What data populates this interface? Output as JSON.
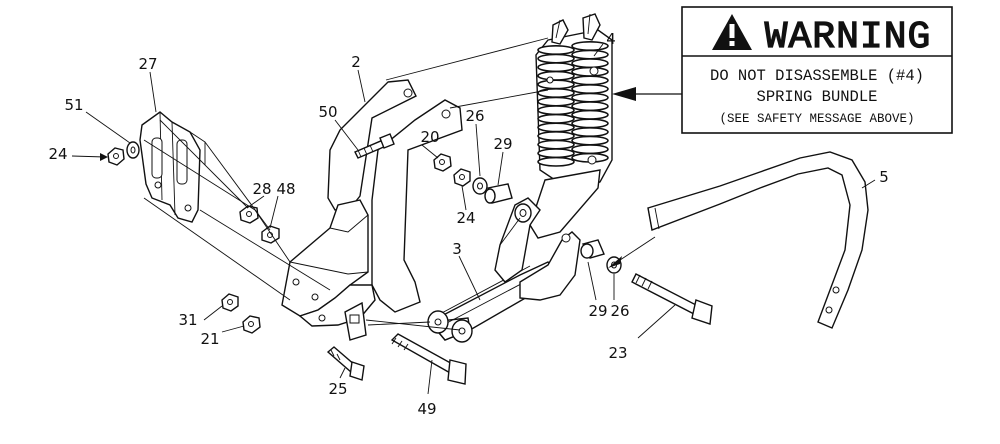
{
  "warning": {
    "heading": "WARNING",
    "line1": "DO NOT DISASSEMBLE (#4)",
    "line2": "SPRING BUNDLE",
    "line3": "(SEE SAFETY MESSAGE ABOVE)",
    "icon": "warning-triangle-icon"
  },
  "callouts": {
    "c2": "2",
    "c3": "3",
    "c4": "4",
    "c5": "5",
    "c20": "20",
    "c21": "21",
    "c23": "23",
    "c24a": "24",
    "c24b": "24",
    "c25": "25",
    "c26a": "26",
    "c26b": "26",
    "c27": "27",
    "c28": "28",
    "c29a": "29",
    "c29b": "29",
    "c31": "31",
    "c48": "48",
    "c49": "49",
    "c50": "50",
    "c51": "51"
  }
}
